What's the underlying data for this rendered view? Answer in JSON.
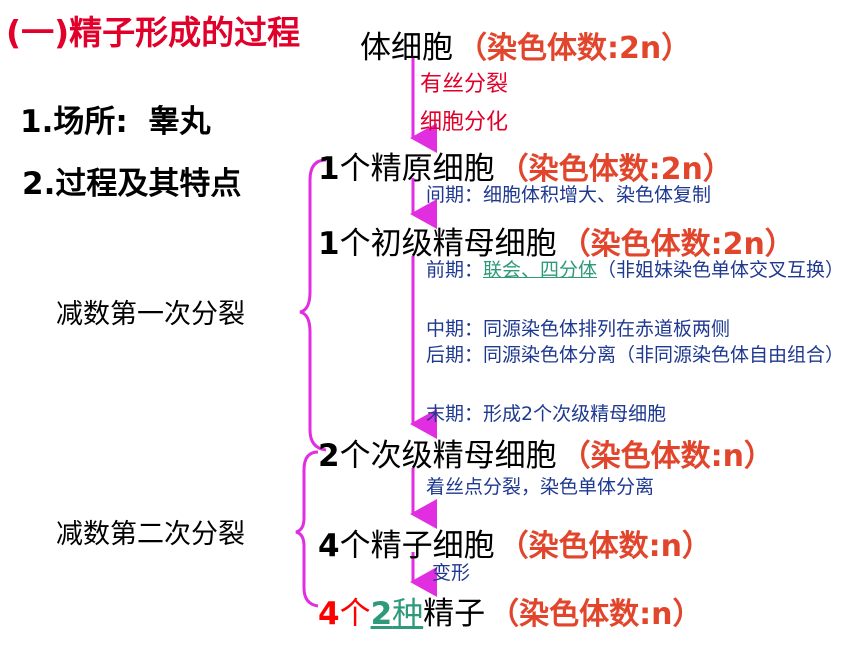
{
  "title": "(一)精子形成的过程",
  "place_label": "1.场所:",
  "place_value": "睾丸",
  "process_label": "2.过程及其特点",
  "meiosis1_label": "减数第一次分裂",
  "meiosis2_label": "减数第二次分裂",
  "colors": {
    "red": "#ff0000",
    "note_blue": "#1f3990",
    "magenta": "#e02ee0",
    "link_green": "#2e9a7a"
  },
  "stages": {
    "somatic": {
      "name": "体细胞",
      "chrom": "（染色体数:2n）"
    },
    "step1": "有丝分裂",
    "step2": "细胞分化",
    "spermatogonium": {
      "num": "1",
      "name": "个精原细胞",
      "chrom": "（染色体数:2n）"
    },
    "interphase_note": "间期：细胞体积增大、染色体复制",
    "primary": {
      "num": "1",
      "name": "个初级精母细胞",
      "chrom": "（染色体数:2n）"
    },
    "prophase_prefix": "前期：",
    "prophase_link": "联会、四分体",
    "prophase_rest": "（非姐妹染色单体交叉互换）",
    "metaphase_note": "中期：同源染色体排列在赤道板两侧",
    "anaphase_note": "后期：同源染色体分离（非同源染色体自由组合）",
    "telophase_note": "末期：形成2个次级精母细胞",
    "secondary": {
      "num": "2",
      "name": "个次级精母细胞",
      "chrom": "（染色体数:n）"
    },
    "meiosis2_note": "着丝点分裂，染色单体分离",
    "spermatid": {
      "num": "4",
      "name": "个精子细胞",
      "chrom": "（染色体数:n）"
    },
    "transform": "变形",
    "sperm": {
      "num1": "4",
      "mid": "个",
      "num2": "2",
      "link": "种",
      "name": "精子",
      "chrom": "（染色体数:n）"
    }
  }
}
